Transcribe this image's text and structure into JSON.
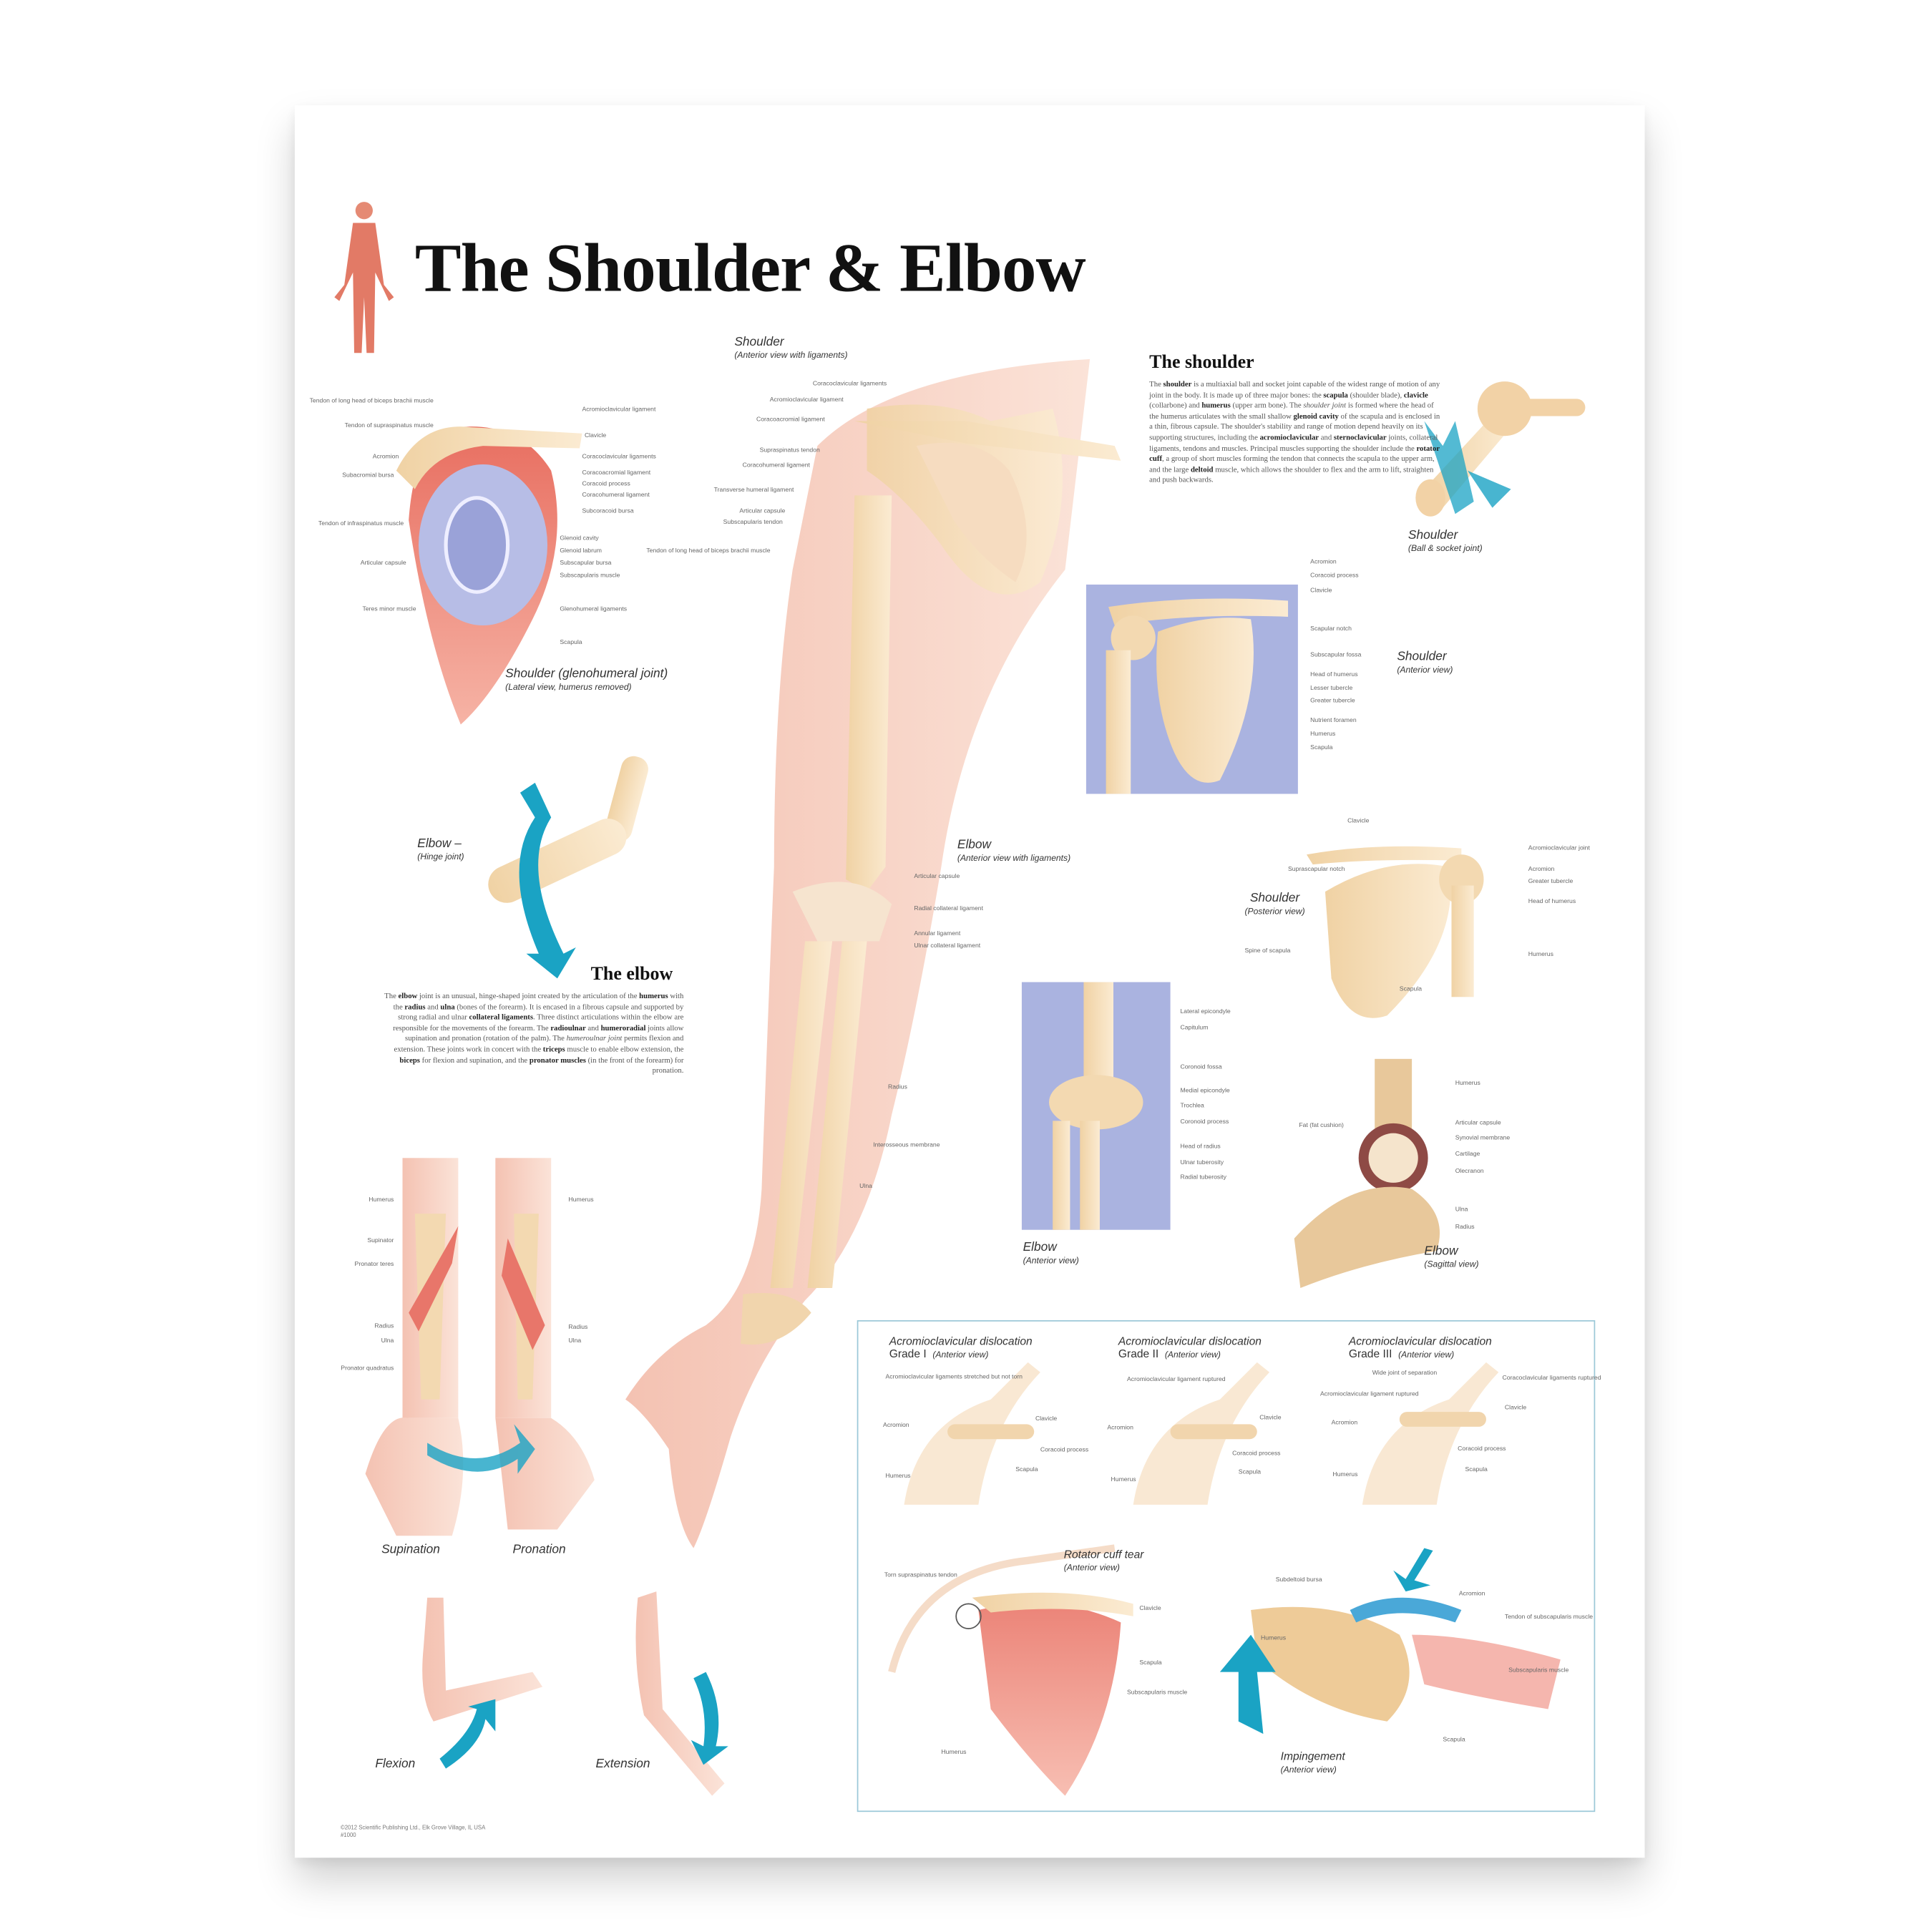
{
  "poster": {
    "title": "The Shoulder & Elbow",
    "copyright": "©2012 Scientific Publishing Ltd., Elk Grove Village, IL USA",
    "catalog_number": "#1000",
    "colors": {
      "bone": "#f3d9b1",
      "skin": "#f2b8a6",
      "muscle": "#e8766a",
      "lavender": "#aab3e0",
      "teal": "#1aa3c4",
      "box_border": "#9cc8d8"
    }
  },
  "shoulder_section": {
    "heading": "The shoulder",
    "paragraph_html": "The <b>shoulder</b> is a multiaxial ball and socket joint capable of the widest range of motion of any joint in the body. It is made up of three major bones: the <b>scapula</b> (shoulder blade), <b>clavicle</b> (collarbone) and <b>humerus</b> (upper arm bone). The <i>shoulder joint</i> is formed where the head of the humerus articulates with the small shallow <b>glenoid cavity</b> of the scapula and is enclosed in a thin, fibrous capsule. The shoulder's stability and range of motion depend heavily on its supporting structures, including the <b>acromioclavicular</b> and <b>sternoclavicular</b> joints, collateral ligaments, tendons and muscles. Principal muscles supporting the shoulder include the <b>rotator cuff</b>, a group of short muscles forming the tendon that connects the scapula to the upper arm, and the large <b>deltoid</b> muscle, which allows the shoulder to flex and the arm to lift, straighten and push backwards."
  },
  "elbow_section": {
    "heading": "The elbow",
    "paragraph_html": "The <b>elbow</b> joint is an unusual, hinge-shaped joint created by the articulation of the <b>humerus</b> with the <b>radius</b> and <b>ulna</b> (bones of the forearm). It is encased in a fibrous capsule and supported by strong radial and ulnar <b>collateral ligaments</b>. Three distinct articulations within the elbow are responsible for the movements of the forearm. The <b>radioulnar</b> and <b>humeroradial</b> joints allow supination and pronation (rotation of the palm). The <i>humeroulnar joint</i> permits flexion and extension. These joints work in concert with the <b>triceps</b> muscle to enable elbow extension, the <b>biceps</b> for flexion and supination, and the <b>pronator muscles</b> (in the front of the forearm) for pronation."
  },
  "captions": {
    "shoulder_ligaments": {
      "title": "Shoulder",
      "sub": "(Anterior view with ligaments)"
    },
    "ball_socket": {
      "title": "Shoulder",
      "sub": "(Ball & socket joint)"
    },
    "glenohumeral": {
      "title": "Shoulder (glenohumeral joint)",
      "sub": "(Lateral view, humerus removed)"
    },
    "shoulder_anterior": {
      "title": "Shoulder",
      "sub": "(Anterior view)"
    },
    "elbow_hinge": {
      "title": "Elbow –",
      "sub": "(Hinge joint)"
    },
    "elbow_ligaments": {
      "title": "Elbow",
      "sub": "(Anterior view with ligaments)"
    },
    "shoulder_posterior": {
      "title": "Shoulder",
      "sub": "(Posterior view)"
    },
    "elbow_anterior": {
      "title": "Elbow",
      "sub": "(Anterior view)"
    },
    "elbow_sagittal": {
      "title": "Elbow",
      "sub": "(Sagittal view)"
    },
    "supination": "Supination",
    "pronation": "Pronation",
    "flexion": "Flexion",
    "extension": "Extension",
    "ac_grade1": {
      "title": "Acromioclavicular dislocation",
      "grade": "Grade I",
      "sub": "(Anterior view)"
    },
    "ac_grade2": {
      "title": "Acromioclavicular dislocation",
      "grade": "Grade II",
      "sub": "(Anterior view)"
    },
    "ac_grade3": {
      "title": "Acromioclavicular dislocation",
      "grade": "Grade III",
      "sub": "(Anterior view)"
    },
    "rotator_cuff": {
      "title": "Rotator cuff tear",
      "sub": "(Anterior view)"
    },
    "impingement": {
      "title": "Impingement",
      "sub": "(Anterior view)"
    }
  },
  "labels": {
    "glenohumeral": [
      "Tendon of long head of biceps brachii muscle",
      "Tendon of supraspinatus muscle",
      "Acromion",
      "Subacromial bursa",
      "Tendon of infraspinatus muscle",
      "Articular capsule",
      "Teres minor muscle",
      "Acromioclavicular ligament",
      "Clavicle",
      "Coracoclavicular ligaments",
      "Coracoacromial ligament",
      "Coracoid process",
      "Coracohumeral ligament",
      "Subcoracoid bursa",
      "Glenoid cavity",
      "Glenoid labrum",
      "Subscapular bursa",
      "Subscapularis muscle",
      "Glenohumeral ligaments",
      "Scapula"
    ],
    "shoulder_ligaments": [
      "Coracoclavicular ligaments",
      "Acromioclavicular ligament",
      "Coracoacromial ligament",
      "Supraspinatus tendon",
      "Coracohumeral ligament",
      "Transverse humeral ligament",
      "Articular capsule",
      "Subscapularis tendon",
      "Tendon of long head of biceps brachii muscle"
    ],
    "elbow_ligaments": [
      "Articular capsule",
      "Radial collateral ligament",
      "Annular ligament",
      "Ulnar collateral ligament",
      "Radius",
      "Interosseous membrane",
      "Ulna"
    ],
    "shoulder_anterior": [
      "Acromion",
      "Coracoid process",
      "Clavicle",
      "Scapular notch",
      "Subscapular fossa",
      "Head of humerus",
      "Lesser tubercle",
      "Greater tubercle",
      "Nutrient foramen",
      "Humerus",
      "Scapula"
    ],
    "shoulder_posterior": [
      "Clavicle",
      "Suprascapular notch",
      "Spine of scapula",
      "Scapula",
      "Acromioclavicular joint",
      "Acromion",
      "Greater tubercle",
      "Head of humerus",
      "Humerus"
    ],
    "elbow_anterior": [
      "Lateral epicondyle",
      "Capitulum",
      "Coronoid fossa",
      "Medial epicondyle",
      "Trochlea",
      "Coronoid process",
      "Head of radius",
      "Ulnar tuberosity",
      "Radial tuberosity"
    ],
    "elbow_sagittal": [
      "Humerus",
      "Fat (fat cushion)",
      "Articular capsule",
      "Synovial membrane",
      "Cartilage",
      "Olecranon",
      "Ulna",
      "Radius"
    ],
    "supination_pronation": [
      "Humerus",
      "Supinator",
      "Pronator teres",
      "Radius",
      "Ulna",
      "Pronator quadratus",
      "Humerus",
      "Radius",
      "Ulna"
    ],
    "ac_grade1": [
      "Acromioclavicular ligaments stretched but not torn",
      "Clavicle",
      "Acromion",
      "Coracoid process",
      "Scapula",
      "Humerus"
    ],
    "ac_grade2": [
      "Acromioclavicular ligament ruptured",
      "Clavicle",
      "Acromion",
      "Coracoid process",
      "Scapula",
      "Humerus"
    ],
    "ac_grade3": [
      "Wide joint of separation",
      "Coracoclavicular ligaments ruptured",
      "Acromioclavicular ligament ruptured",
      "Clavicle",
      "Acromion",
      "Coracoid process",
      "Scapula",
      "Humerus"
    ],
    "rotator_cuff": [
      "Torn supraspinatus tendon",
      "Clavicle",
      "Scapula",
      "Subscapularis muscle",
      "Humerus"
    ],
    "impingement": [
      "Subdeltoid bursa",
      "Acromion",
      "Tendon of subscapularis muscle",
      "Humerus",
      "Subscapularis muscle",
      "Scapula"
    ]
  }
}
